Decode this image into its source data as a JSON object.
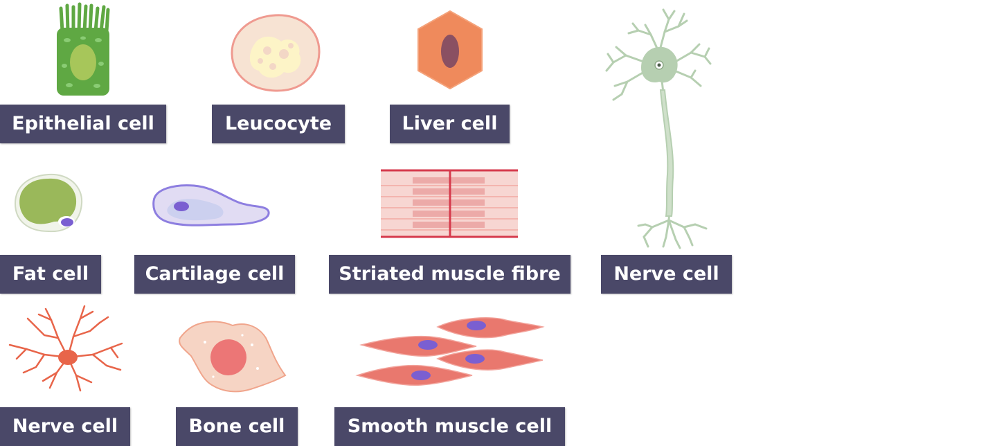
{
  "labels": {
    "epithelial": "Epithelial cell",
    "leucocyte": "Leucocyte",
    "liver": "Liver cell",
    "fat": "Fat cell",
    "cartilage": "Cartilage cell",
    "striated": "Striated muscle fibre",
    "nerve_long": "Nerve cell",
    "nerve_star": "Nerve cell",
    "bone": "Bone cell",
    "smooth": "Smooth muscle cell"
  },
  "colors": {
    "label_bg": "#4a4868",
    "label_text": "#ffffff",
    "epithelial": "#5fa843",
    "leucocyte": "#f7e3d3",
    "liver": "#ef8a5c",
    "fat": "#9ab85a",
    "cartilage": "#e1dcf3",
    "striated": "#d63a4c",
    "nerve_long": "#b6cfb1",
    "nerve_star": "#e8654a",
    "bone": "#f6d4c4",
    "smooth": "#e9786e",
    "nucleus_purple": "#7a5fd1"
  },
  "icons": {
    "epithelial": "epithelial-cell-icon",
    "leucocyte": "leucocyte-icon",
    "liver": "liver-cell-icon",
    "fat": "fat-cell-icon",
    "cartilage": "cartilage-cell-icon",
    "striated": "striated-muscle-fibre-icon",
    "nerve_long": "nerve-cell-neuron-icon",
    "nerve_star": "nerve-cell-star-icon",
    "bone": "bone-cell-icon",
    "smooth": "smooth-muscle-cell-icon"
  }
}
